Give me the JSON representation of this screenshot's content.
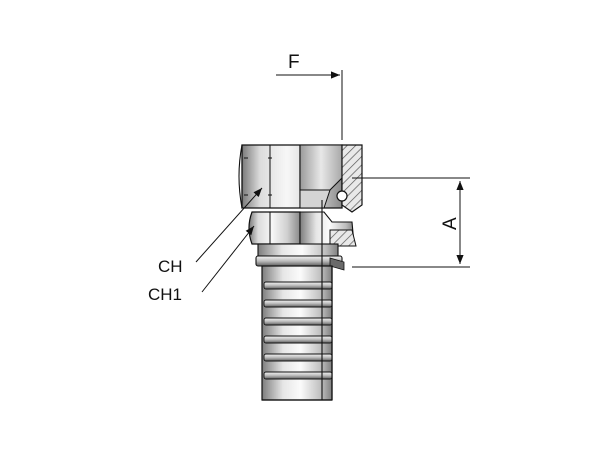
{
  "diagram": {
    "labels": {
      "f": "F",
      "a": "A",
      "ch": "CH",
      "ch1": "CH1"
    }
  },
  "colors": {
    "line": "#111111",
    "metal_light": "#f2f2f2",
    "metal_mid": "#bdbdbd",
    "metal_dark": "#6f6f6f",
    "hatch": "#5a5a5a"
  }
}
